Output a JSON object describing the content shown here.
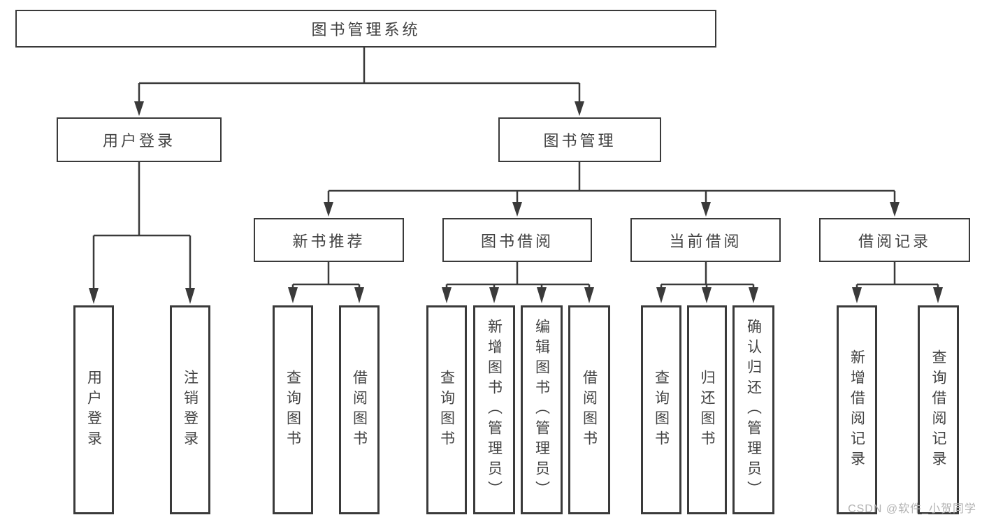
{
  "colors": {
    "stroke": "#3a3a3a",
    "node_text": "#424242",
    "watermark_text": "#b2b2b2",
    "background": "#ffffff"
  },
  "tree": {
    "label": "图书管理系统",
    "children": [
      {
        "label": "用户登录",
        "children": [
          {
            "label": "用户登录"
          },
          {
            "label": "注销登录"
          }
        ]
      },
      {
        "label": "图书管理",
        "children": [
          {
            "label": "新书推荐",
            "children": [
              {
                "label": "查询图书"
              },
              {
                "label": "借阅图书"
              }
            ]
          },
          {
            "label": "图书借阅",
            "children": [
              {
                "label": "查询图书"
              },
              {
                "label": "新增图书（管理员）"
              },
              {
                "label": "编辑图书（管理员）"
              },
              {
                "label": "借阅图书"
              }
            ]
          },
          {
            "label": "当前借阅",
            "children": [
              {
                "label": "查询图书"
              },
              {
                "label": "归还图书"
              },
              {
                "label": "确认归还（管理员）"
              }
            ]
          },
          {
            "label": "借阅记录",
            "children": [
              {
                "label": "新增借阅记录"
              },
              {
                "label": "查询借阅记录"
              }
            ]
          }
        ]
      }
    ]
  },
  "watermark": {
    "text": "CSDN @软件_小贺同学"
  }
}
